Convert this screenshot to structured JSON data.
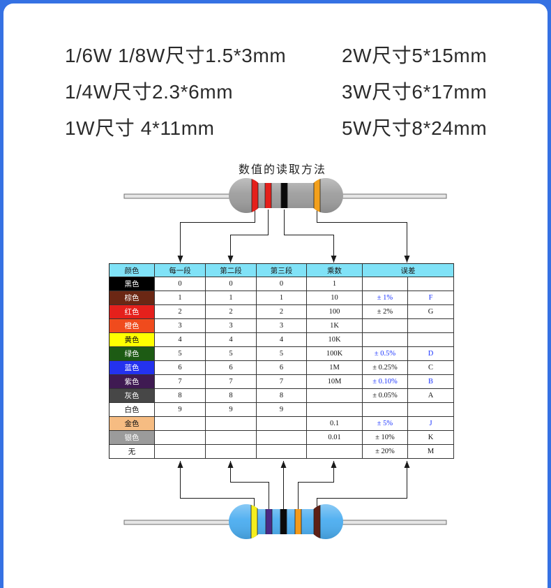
{
  "size_specs": [
    "1/6W 1/8W尺寸1.5*3mm",
    "2W尺寸5*15mm",
    "1/4W尺寸2.3*6mm",
    "3W尺寸6*17mm",
    "1W尺寸 4*11mm",
    "5W尺寸8*24mm"
  ],
  "diagram_title": "数值的读取方法",
  "colors": {
    "frame": "#3571e3",
    "panel": "#ffffff",
    "table_header_bg": "#80e2f7"
  },
  "resistor_top": {
    "body_color": "#9d9d9d",
    "bands": [
      "#e4201b",
      "#e4201b",
      "#0a0a0a",
      "#f3a01c"
    ]
  },
  "resistor_bottom": {
    "body_color": "#4badf0",
    "bands": [
      "#f5ee1e",
      "#4a2a86",
      "#0a0a0a",
      "#f39a1a",
      "#5e2016"
    ]
  },
  "table": {
    "headers": [
      "颜色",
      "每一段",
      "第二段",
      "第三段",
      "乘数",
      "误差"
    ],
    "rows": [
      {
        "color_name": "黑色",
        "swatch": "#000000",
        "label_color": "#ffffff",
        "band1": "0",
        "band2": "0",
        "band3": "0",
        "multiplier": "1",
        "tolerance": "",
        "code": "",
        "tolerance_color": "#111111"
      },
      {
        "color_name": "棕色",
        "swatch": "#6b2714",
        "label_color": "#ffffff",
        "band1": "1",
        "band2": "1",
        "band3": "1",
        "multiplier": "10",
        "tolerance": "± 1%",
        "code": "F",
        "tolerance_color": "#1c35ff"
      },
      {
        "color_name": "红色",
        "swatch": "#e5201c",
        "label_color": "#ffffff",
        "band1": "2",
        "band2": "2",
        "band3": "2",
        "multiplier": "100",
        "tolerance": "± 2%",
        "code": "G",
        "tolerance_color": "#111111"
      },
      {
        "color_name": "橙色",
        "swatch": "#f04b1d",
        "label_color": "#ffffff",
        "band1": "3",
        "band2": "3",
        "band3": "3",
        "multiplier": "1K",
        "tolerance": "",
        "code": "",
        "tolerance_color": "#111111"
      },
      {
        "color_name": "黄色",
        "swatch": "#ffff00",
        "label_color": "#111111",
        "band1": "4",
        "band2": "4",
        "band3": "4",
        "multiplier": "10K",
        "tolerance": "",
        "code": "",
        "tolerance_color": "#111111"
      },
      {
        "color_name": "绿色",
        "swatch": "#1d5b14",
        "label_color": "#ffffff",
        "band1": "5",
        "band2": "5",
        "band3": "5",
        "multiplier": "100K",
        "tolerance": "± 0.5%",
        "code": "D",
        "tolerance_color": "#1c35ff"
      },
      {
        "color_name": "蓝色",
        "swatch": "#2432ee",
        "label_color": "#ffffff",
        "band1": "6",
        "band2": "6",
        "band3": "6",
        "multiplier": "1M",
        "tolerance": "± 0.25%",
        "code": "C",
        "tolerance_color": "#111111"
      },
      {
        "color_name": "紫色",
        "swatch": "#3f1a52",
        "label_color": "#ffffff",
        "band1": "7",
        "band2": "7",
        "band3": "7",
        "multiplier": "10M",
        "tolerance": "± 0.10%",
        "code": "B",
        "tolerance_color": "#1c35ff"
      },
      {
        "color_name": "灰色",
        "swatch": "#474747",
        "label_color": "#ffffff",
        "band1": "8",
        "band2": "8",
        "band3": "8",
        "multiplier": "",
        "tolerance": "± 0.05%",
        "code": "A",
        "tolerance_color": "#111111"
      },
      {
        "color_name": "白色",
        "swatch": "#ffffff",
        "label_color": "#111111",
        "band1": "9",
        "band2": "9",
        "band3": "9",
        "multiplier": "",
        "tolerance": "",
        "code": "",
        "tolerance_color": "#111111"
      },
      {
        "color_name": "金色",
        "swatch": "#f6bc82",
        "label_color": "#111111",
        "band1": "",
        "band2": "",
        "band3": "",
        "multiplier": "0.1",
        "tolerance": "± 5%",
        "code": "J",
        "tolerance_color": "#1c35ff"
      },
      {
        "color_name": "银色",
        "swatch": "#9b9b9b",
        "label_color": "#ffffff",
        "band1": "",
        "band2": "",
        "band3": "",
        "multiplier": "0.01",
        "tolerance": "± 10%",
        "code": "K",
        "tolerance_color": "#111111"
      },
      {
        "color_name": "无",
        "swatch": "#ffffff",
        "label_color": "#111111",
        "band1": "",
        "band2": "",
        "band3": "",
        "multiplier": "",
        "tolerance": "± 20%",
        "code": "M",
        "tolerance_color": "#111111"
      }
    ]
  }
}
